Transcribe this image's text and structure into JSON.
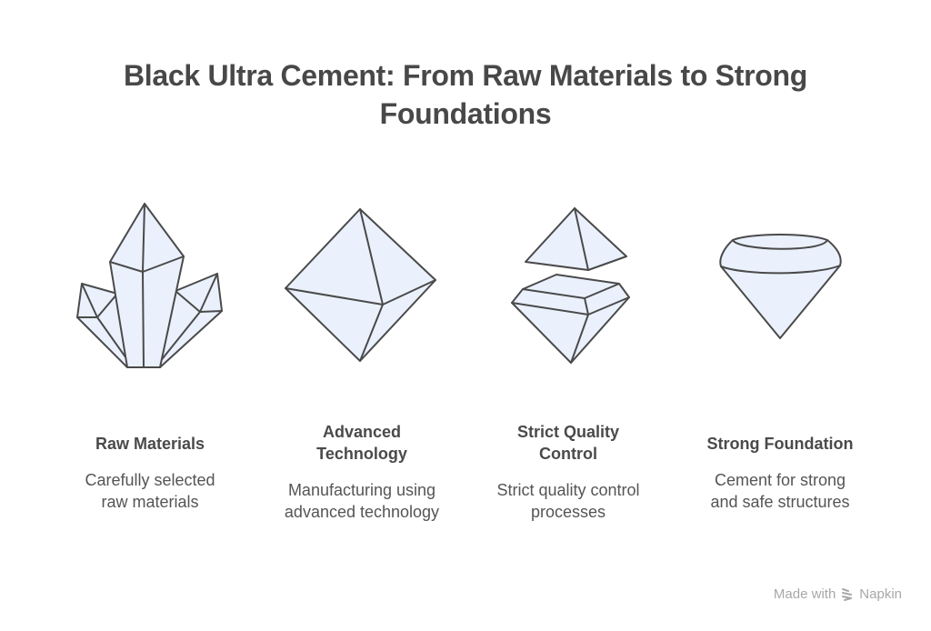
{
  "title": {
    "line1": "Black Ultra Cement: From Raw Materials to Strong",
    "line2": "Foundations"
  },
  "steps": [
    {
      "icon": "crystal-cluster-icon",
      "heading_lines": [
        "Raw Materials"
      ],
      "description_lines": [
        "Carefully selected",
        "raw materials"
      ]
    },
    {
      "icon": "octahedron-icon",
      "heading_lines": [
        "Advanced",
        "Technology"
      ],
      "description_lines": [
        "Manufacturing using",
        "advanced technology"
      ]
    },
    {
      "icon": "split-diamond-icon",
      "heading_lines": [
        "Strict Quality",
        "Control"
      ],
      "description_lines": [
        "Strict quality control",
        "processes"
      ]
    },
    {
      "icon": "cone-diamond-icon",
      "heading_lines": [
        "Strong Foundation"
      ],
      "description_lines": [
        "Cement for strong",
        "and safe structures"
      ]
    }
  ],
  "footer": {
    "prefix": "Made with",
    "brand": "Napkin",
    "icon": "napkin-logo-icon"
  },
  "colors": {
    "shape_fill": "#eaf1fd",
    "shape_stroke": "#4a4a4a",
    "text": "#4a4a4a",
    "footer_text": "#a8a8a8"
  }
}
